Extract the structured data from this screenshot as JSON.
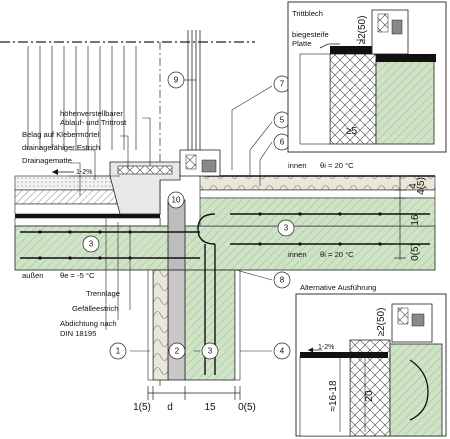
{
  "labels": {
    "ablauf": "höhenverstellbarer",
    "ablauf2": "Ablauf- und Trittrost",
    "belag": "Belag auf Klebermörtel",
    "estrich": "drainagefähiger Estrich",
    "drainagematte": "Drainagematte",
    "gefaelle_top": "1-2%",
    "innen1": "innen",
    "theta1": "θi = 20 °C",
    "innen2": "innen",
    "theta2": "θi = 20 °C",
    "aussen": "außen",
    "theta_e": "θe = -5 °C",
    "trennlage": "Trennlage",
    "gefaelleestrich": "Gefälleestrich",
    "abdichtung1": "Abdichtung nach",
    "abdichtung2": "DIN 18195",
    "trittblech": "Trittblech",
    "biegesteife1": "biegesteife",
    "biegesteife2": "Platte",
    "ge5": "≥5",
    "ge2_50_top": "≥2(50)",
    "alternative": "Alternative Ausführung",
    "ge2_50_alt": "≥2(50)",
    "gefaelle_alt": "1-2%",
    "dim_1618": "≈16-18",
    "dim_20": "20"
  },
  "callouts": [
    "1",
    "2",
    "3",
    "3",
    "3",
    "4",
    "5",
    "6",
    "7",
    "8",
    "9",
    "10"
  ],
  "dims": {
    "right": [
      "4",
      "4(5)",
      "16",
      "0(5)"
    ],
    "bottom": [
      "1(5)",
      "d",
      "15",
      "0(5)"
    ]
  }
}
